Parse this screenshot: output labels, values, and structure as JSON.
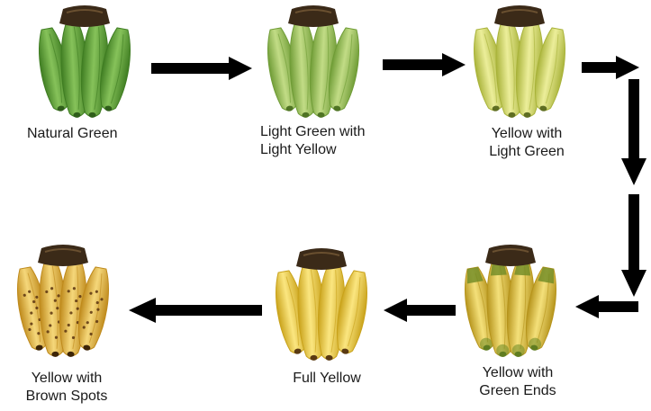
{
  "stages": [
    {
      "lines": [
        "Natural Green"
      ],
      "peel": "#5ea33a",
      "shade": "#3f7d22",
      "highlight": "#86c25a",
      "tip": "#2f5e1a",
      "spots": false,
      "green_ends": false
    },
    {
      "lines": [
        "Light Green with",
        "Light Yellow"
      ],
      "peel": "#9cc65a",
      "shade": "#6f9c36",
      "highlight": "#c2dc86",
      "tip": "#4f7424",
      "spots": false,
      "green_ends": false
    },
    {
      "lines": [
        "Yellow with",
        "Light Green"
      ],
      "peel": "#d6dc63",
      "shade": "#a9b33a",
      "highlight": "#ecee9a",
      "tip": "#5f6e22",
      "spots": false,
      "green_ends": false
    },
    {
      "lines": [
        "Yellow with",
        "Green Ends"
      ],
      "peel": "#e4c63a",
      "shade": "#b6941c",
      "highlight": "#f4e07a",
      "tip": "#4f6a1c",
      "spots": false,
      "green_ends": true
    },
    {
      "lines": [
        "Full Yellow"
      ],
      "peel": "#f2cd33",
      "shade": "#c9a21a",
      "highlight": "#fbe680",
      "tip": "#5a3a12",
      "spots": false,
      "green_ends": false
    },
    {
      "lines": [
        "Yellow with",
        "Brown Spots"
      ],
      "peel": "#e9b93a",
      "shade": "#bf8a1c",
      "highlight": "#f5d77a",
      "tip": "#3d2508",
      "spots": true,
      "green_ends": false
    }
  ],
  "colors": {
    "arrow": "#000000",
    "stem": "#3b2a18",
    "text": "#1a1a1a"
  }
}
